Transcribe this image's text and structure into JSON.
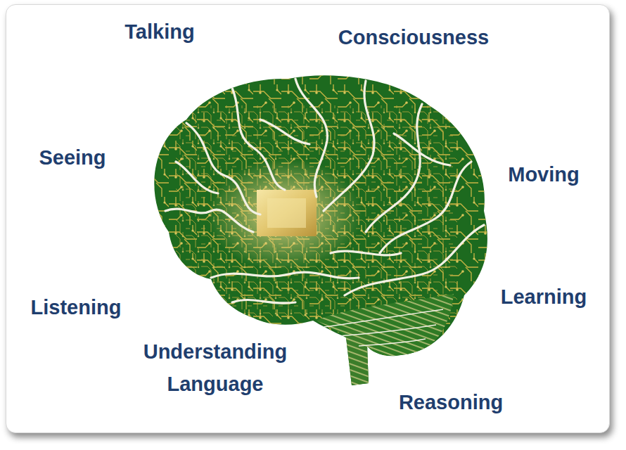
{
  "diagram": {
    "labels": [
      "Talking",
      "Consciousness",
      "Seeing",
      "Moving",
      "Listening",
      "Learning",
      "Understanding Language",
      "Reasoning"
    ]
  }
}
